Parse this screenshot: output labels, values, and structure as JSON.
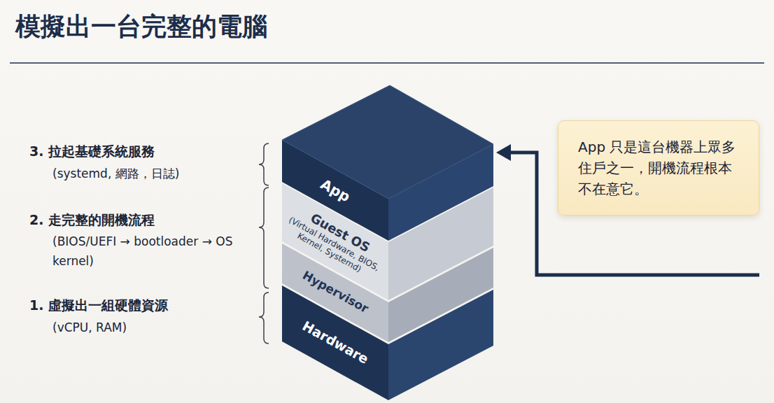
{
  "diagram": {
    "title": "模擬出一台完整的電腦",
    "nodes": [
      {
        "text": [
          "App"
        ]
      },
      {
        "text": [
          "Guest OS",
          "(Virtual Hardware, BIOS, Kernel, Systemd)"
        ]
      },
      {
        "text": [
          "Hypervisor"
        ]
      },
      {
        "text": [
          "Hardware"
        ]
      },
      {
        "text": [
          "App 只是這台機器上眾多住戶之一，開機流程根本不在意它。"
        ]
      }
    ],
    "labels": [
      "3. 拉起基礎系統服務",
      "(systemd, 網路，日誌)",
      "2. 走完整的開機流程",
      "(BIOS/UEFI → bootloader → OS kernel)",
      "1. 虛擬出一組硬體資源",
      "(vCPU, RAM)"
    ]
  }
}
